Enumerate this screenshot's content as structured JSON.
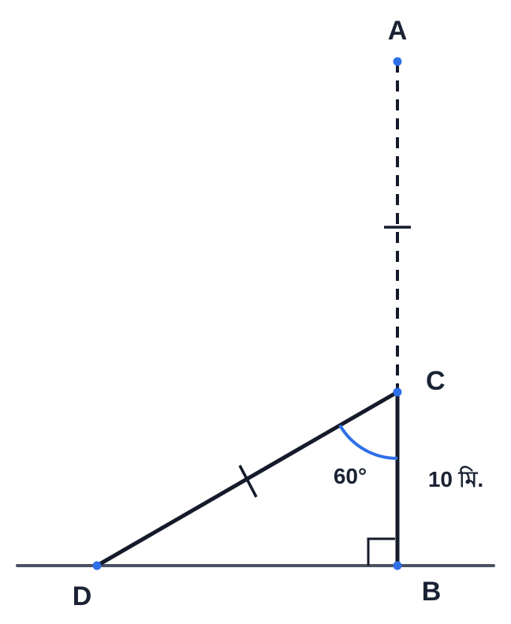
{
  "points": {
    "A": "A",
    "B": "B",
    "C": "C",
    "D": "D"
  },
  "angle_label": "60°",
  "length_label": "10 মি.",
  "colors": {
    "stroke": "#141b2a",
    "ground": "#4a5263",
    "accent": "#2f6fe8",
    "text": "#1a2233"
  }
}
